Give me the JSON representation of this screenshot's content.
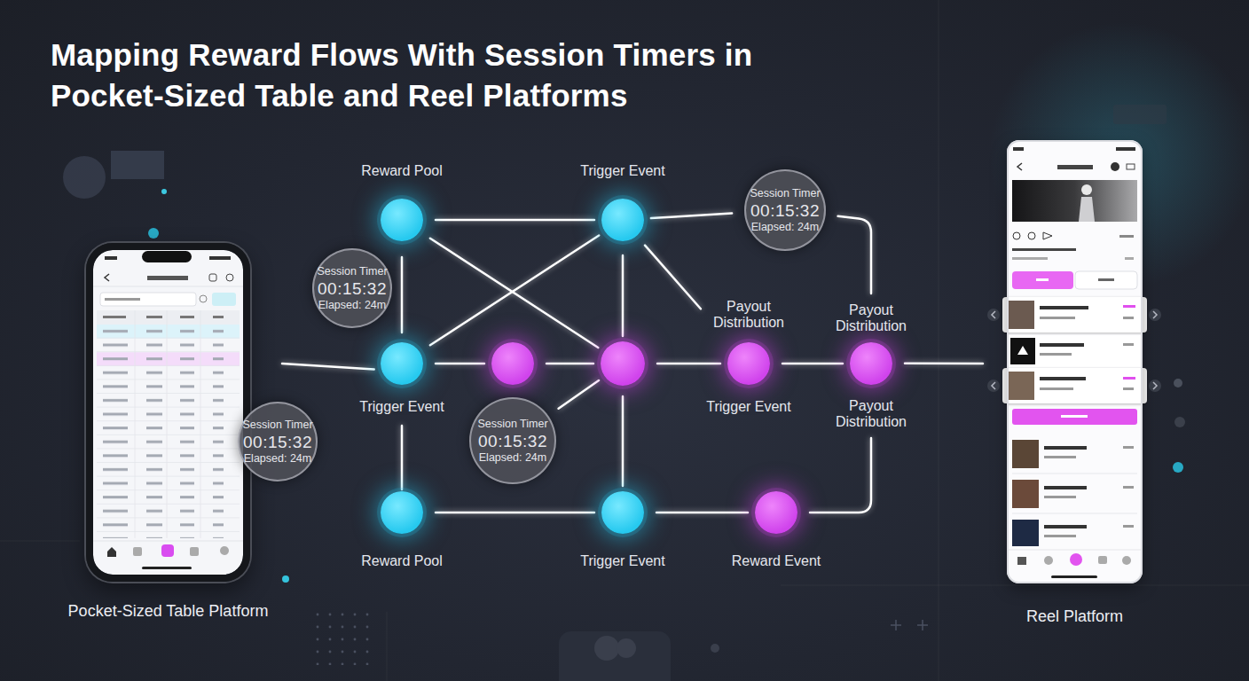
{
  "diagram": {
    "title": "Mapping Reward Flows With Session Timers in Pocket-Sized Table and Reel Platforms",
    "nodes": [
      {
        "text": [
          "Reward Pool"
        ]
      },
      {
        "text": [
          "Trigger Event"
        ]
      },
      {
        "text": [
          "Session Timer",
          "00:15:32",
          "Elapsed: 24m"
        ]
      },
      {
        "text": [
          "Pocket-Sized Table Platform"
        ]
      },
      {
        "text": [
          "Session Timer",
          "00:15:32",
          "Elapsed: 24m"
        ]
      },
      {
        "text": [
          "Trigger Event"
        ]
      },
      {
        "text": []
      },
      {
        "text": []
      },
      {
        "text": [
          "Payout Distribution",
          "Trigger Event"
        ]
      },
      {
        "text": [
          "Payout Distribution",
          "Payout Distribution"
        ]
      },
      {
        "text": [
          "Reel Platform"
        ]
      },
      {
        "text": [
          "Session Timer",
          "00:15:32",
          "Elapsed: 24m"
        ]
      },
      {
        "text": [
          "Session Timer",
          "00:15:32",
          "Elapsed: 24m"
        ]
      },
      {
        "text": [
          "Reward Pool"
        ]
      },
      {
        "text": [
          "Trigger Event"
        ]
      },
      {
        "text": [
          "Reward Event"
        ]
      }
    ],
    "edges": [
      {
        "from": 0,
        "to": 1,
        "arrow": "to"
      },
      {
        "from": 0,
        "to": 5,
        "arrow": "to"
      },
      {
        "from": 0,
        "to": 7,
        "arrow": "to"
      },
      {
        "from": 5,
        "to": 1,
        "arrow": "both"
      },
      {
        "from": 1,
        "to": 7,
        "arrow": "to"
      },
      {
        "from": 1,
        "to": 8,
        "arrow": "to"
      },
      {
        "from": 2,
        "to": 1,
        "arrow": "to"
      },
      {
        "from": 2,
        "to": 9,
        "arrow": "both"
      },
      {
        "from": 3,
        "to": 5,
        "arrow": "to"
      },
      {
        "from": 5,
        "to": 6,
        "arrow": "to"
      },
      {
        "from": 6,
        "to": 7,
        "arrow": "to"
      },
      {
        "from": 12,
        "to": 7,
        "arrow": "to"
      },
      {
        "from": 7,
        "to": 8,
        "arrow": "to"
      },
      {
        "from": 8,
        "to": 9,
        "arrow": "to"
      },
      {
        "from": 9,
        "to": 10,
        "arrow": "to"
      },
      {
        "from": 5,
        "to": 13,
        "arrow": "both"
      },
      {
        "from": 7,
        "to": 14,
        "arrow": "to"
      },
      {
        "from": 13,
        "to": 14,
        "arrow": "to"
      },
      {
        "from": 14,
        "to": 15,
        "arrow": "to"
      },
      {
        "from": 15,
        "to": 9,
        "arrow": "to"
      }
    ]
  }
}
